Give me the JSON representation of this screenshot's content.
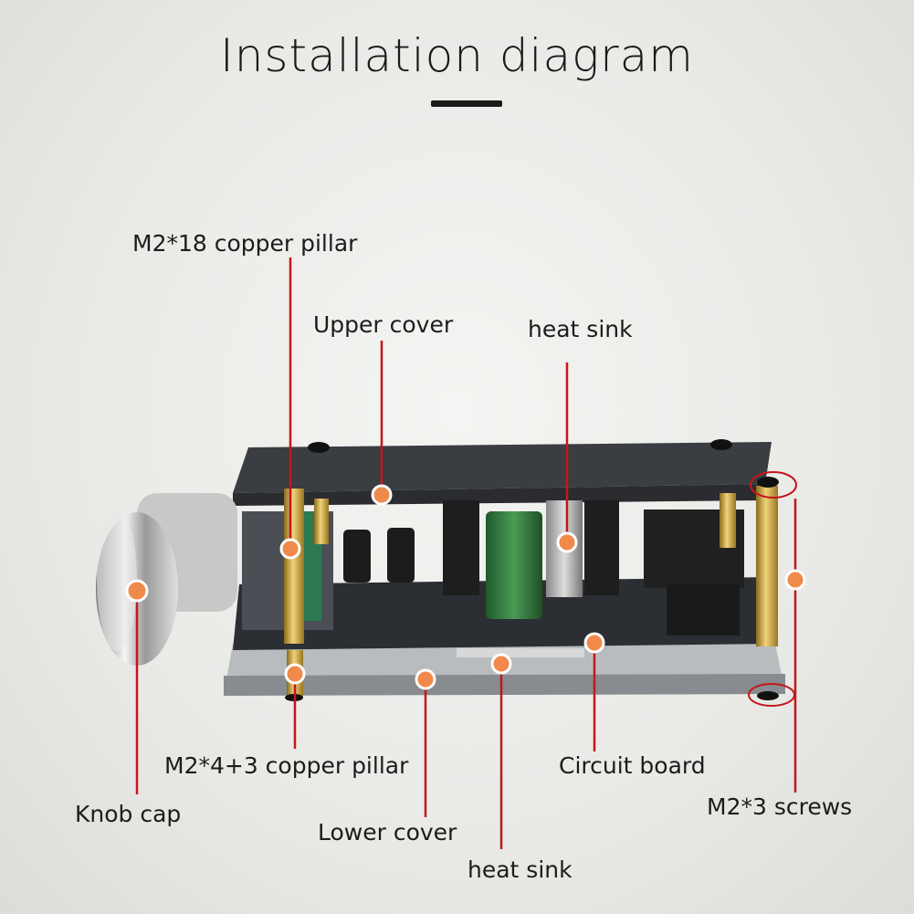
{
  "title": "Installation diagram",
  "labels": {
    "m2_18_pillar": "M2*18 copper pillar",
    "upper_cover": "Upper cover",
    "heat_sink_top": "heat sink",
    "m2_4_3_pillar": "M2*4+3 copper pillar",
    "circuit_board": "Circuit board",
    "knob_cap": "Knob cap",
    "m2_3_screws": "M2*3 screws",
    "lower_cover": "Lower cover",
    "heat_sink_bottom": "heat sink"
  },
  "colors": {
    "leader_line": "#c4161c",
    "marker_dot": "#f08a4b",
    "pillar": "#c9a23a",
    "cover": "#3a3d42",
    "board": "#2b2e33"
  }
}
